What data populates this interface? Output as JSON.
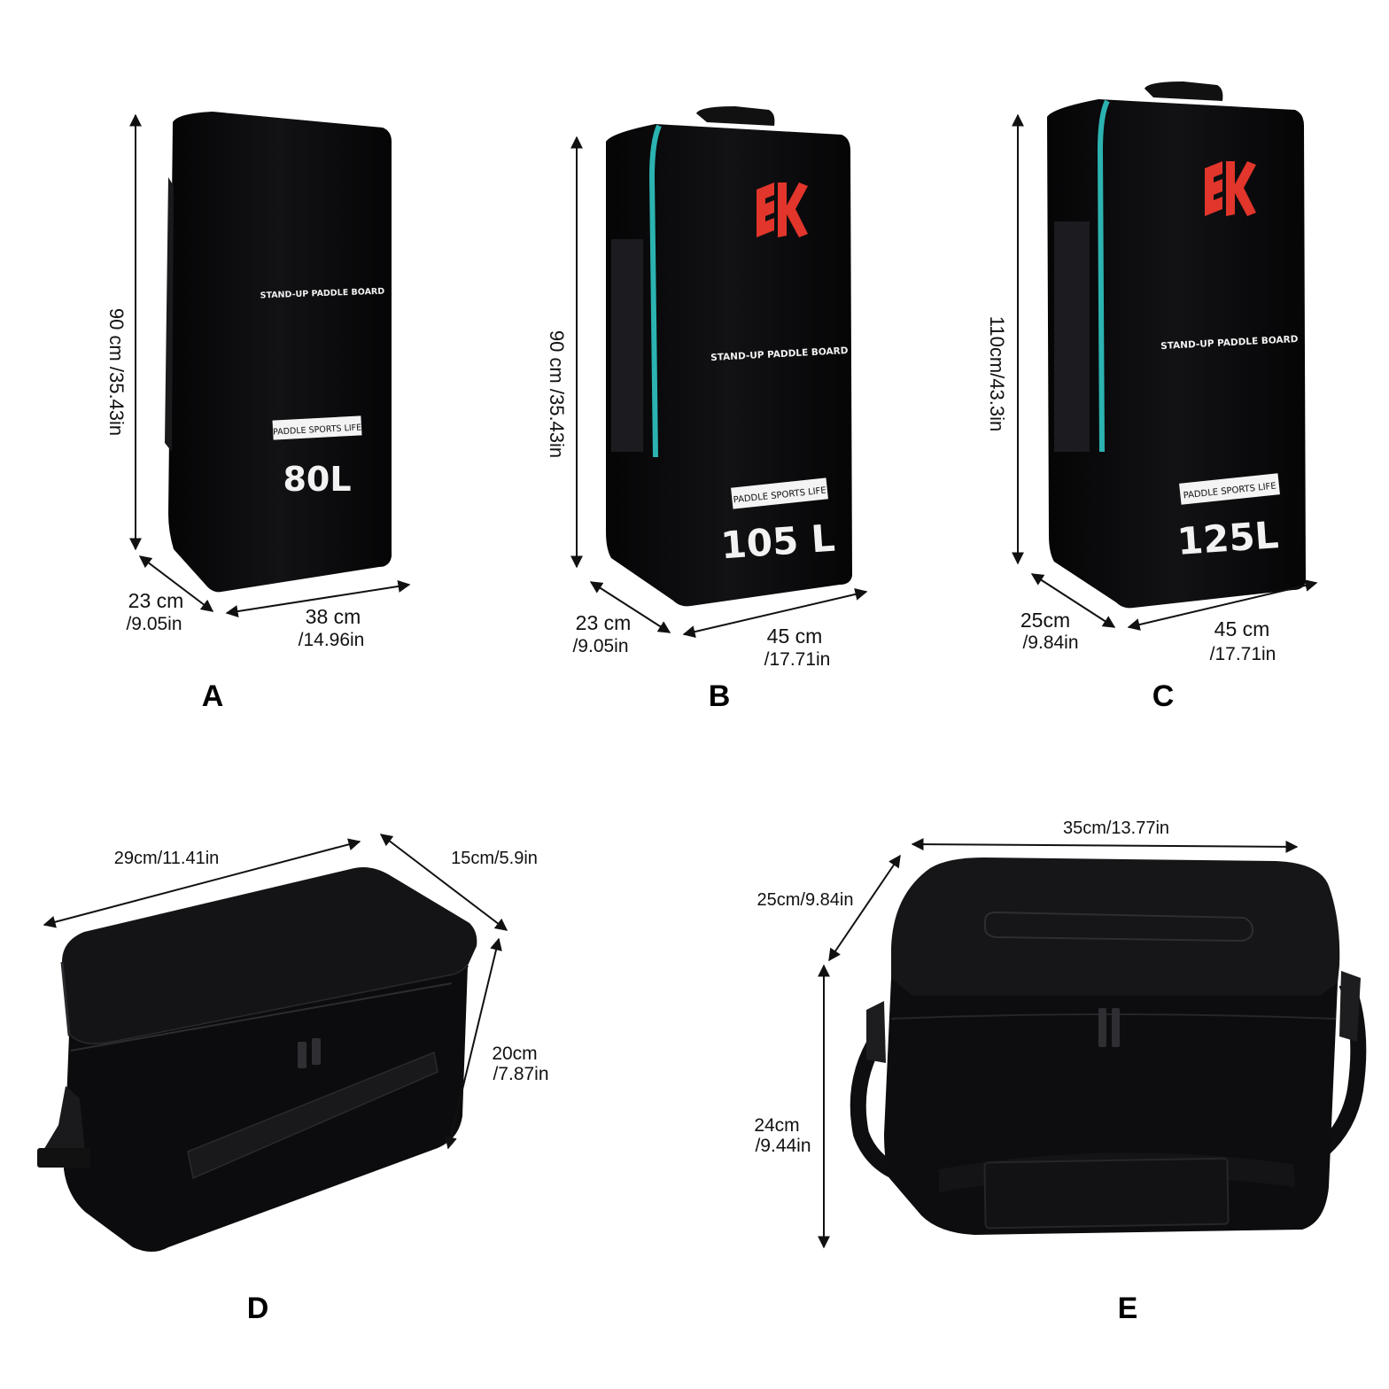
{
  "products": [
    {
      "letter": "A",
      "brand_text": "STAND-UP PADDLE BOARD",
      "tag_text": "PADDLE SPORTS LIFE",
      "volume": "80L",
      "height_label": "90 cm /35.43in",
      "depth_cm": "23 cm",
      "depth_in": "/9.05in",
      "width_cm": "38 cm",
      "width_in": "/14.96in"
    },
    {
      "letter": "B",
      "logo": "EK",
      "brand_text": "STAND-UP PADDLE BOARD",
      "tag_text": "PADDLE SPORTS LIFE",
      "volume": "105 L",
      "height_label": "90 cm /35.43in",
      "depth_cm": "23 cm",
      "depth_in": "/9.05in",
      "width_cm": "45 cm",
      "width_in": "/17.71in"
    },
    {
      "letter": "C",
      "logo": "EK",
      "brand_text": "STAND-UP PADDLE BOARD",
      "tag_text": "PADDLE SPORTS LIFE",
      "volume": "125L",
      "height_label": "110cm/43.3in",
      "depth_cm": "25cm",
      "depth_in": "/9.84in",
      "width_cm": "45 cm",
      "width_in": "/17.71in"
    },
    {
      "letter": "D",
      "length_label": "29cm/11.41in",
      "depth_label": "15cm/5.9in",
      "height_cm": "20cm",
      "height_in": "/7.87in"
    },
    {
      "letter": "E",
      "width_label": "35cm/13.77in",
      "depth_label": "25cm/9.84in",
      "height_cm": "24cm",
      "height_in": "/9.44in"
    }
  ],
  "colors": {
    "bag": "#0b0b0d",
    "zipper_accent": "#2bb3b1",
    "logo_red": "#e2352b",
    "text": "#111111"
  }
}
